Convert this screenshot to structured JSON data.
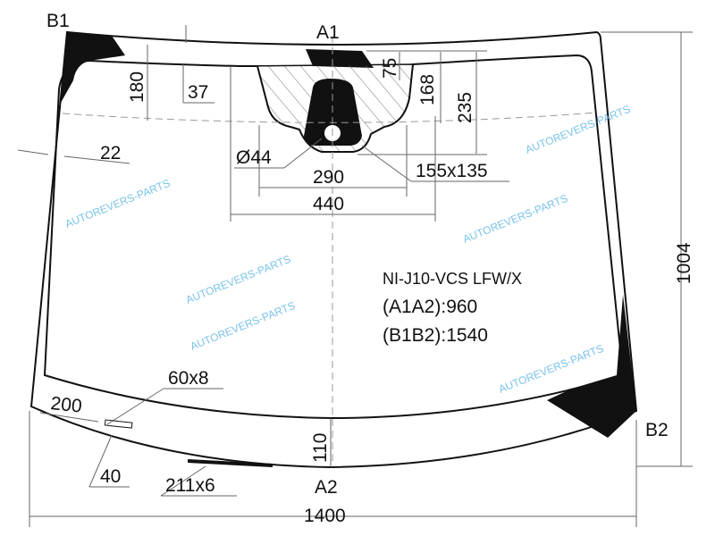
{
  "title": "NI-J10-VCS LFW/X",
  "specs": {
    "a1a2": "(A1A2):960",
    "b1b2": "(B1B2):1540"
  },
  "points": {
    "b1": "B1",
    "a1": "A1",
    "b2": "B2",
    "a2": "A2"
  },
  "dimensions": {
    "d180": "180",
    "d37": "37",
    "d75": "75",
    "d168": "168",
    "d235": "235",
    "d22": "22",
    "d44": "Ø44",
    "d290": "290",
    "d155": "155x135",
    "d440": "440",
    "d1004": "1004",
    "d60": "60x8",
    "d200": "200",
    "d110": "110",
    "d40": "40",
    "d211": "211x6",
    "d1400": "1400"
  },
  "watermark": "AUTOREVERS-PARTS",
  "colors": {
    "line": "#111111",
    "watermark": "#5ab4e6"
  }
}
